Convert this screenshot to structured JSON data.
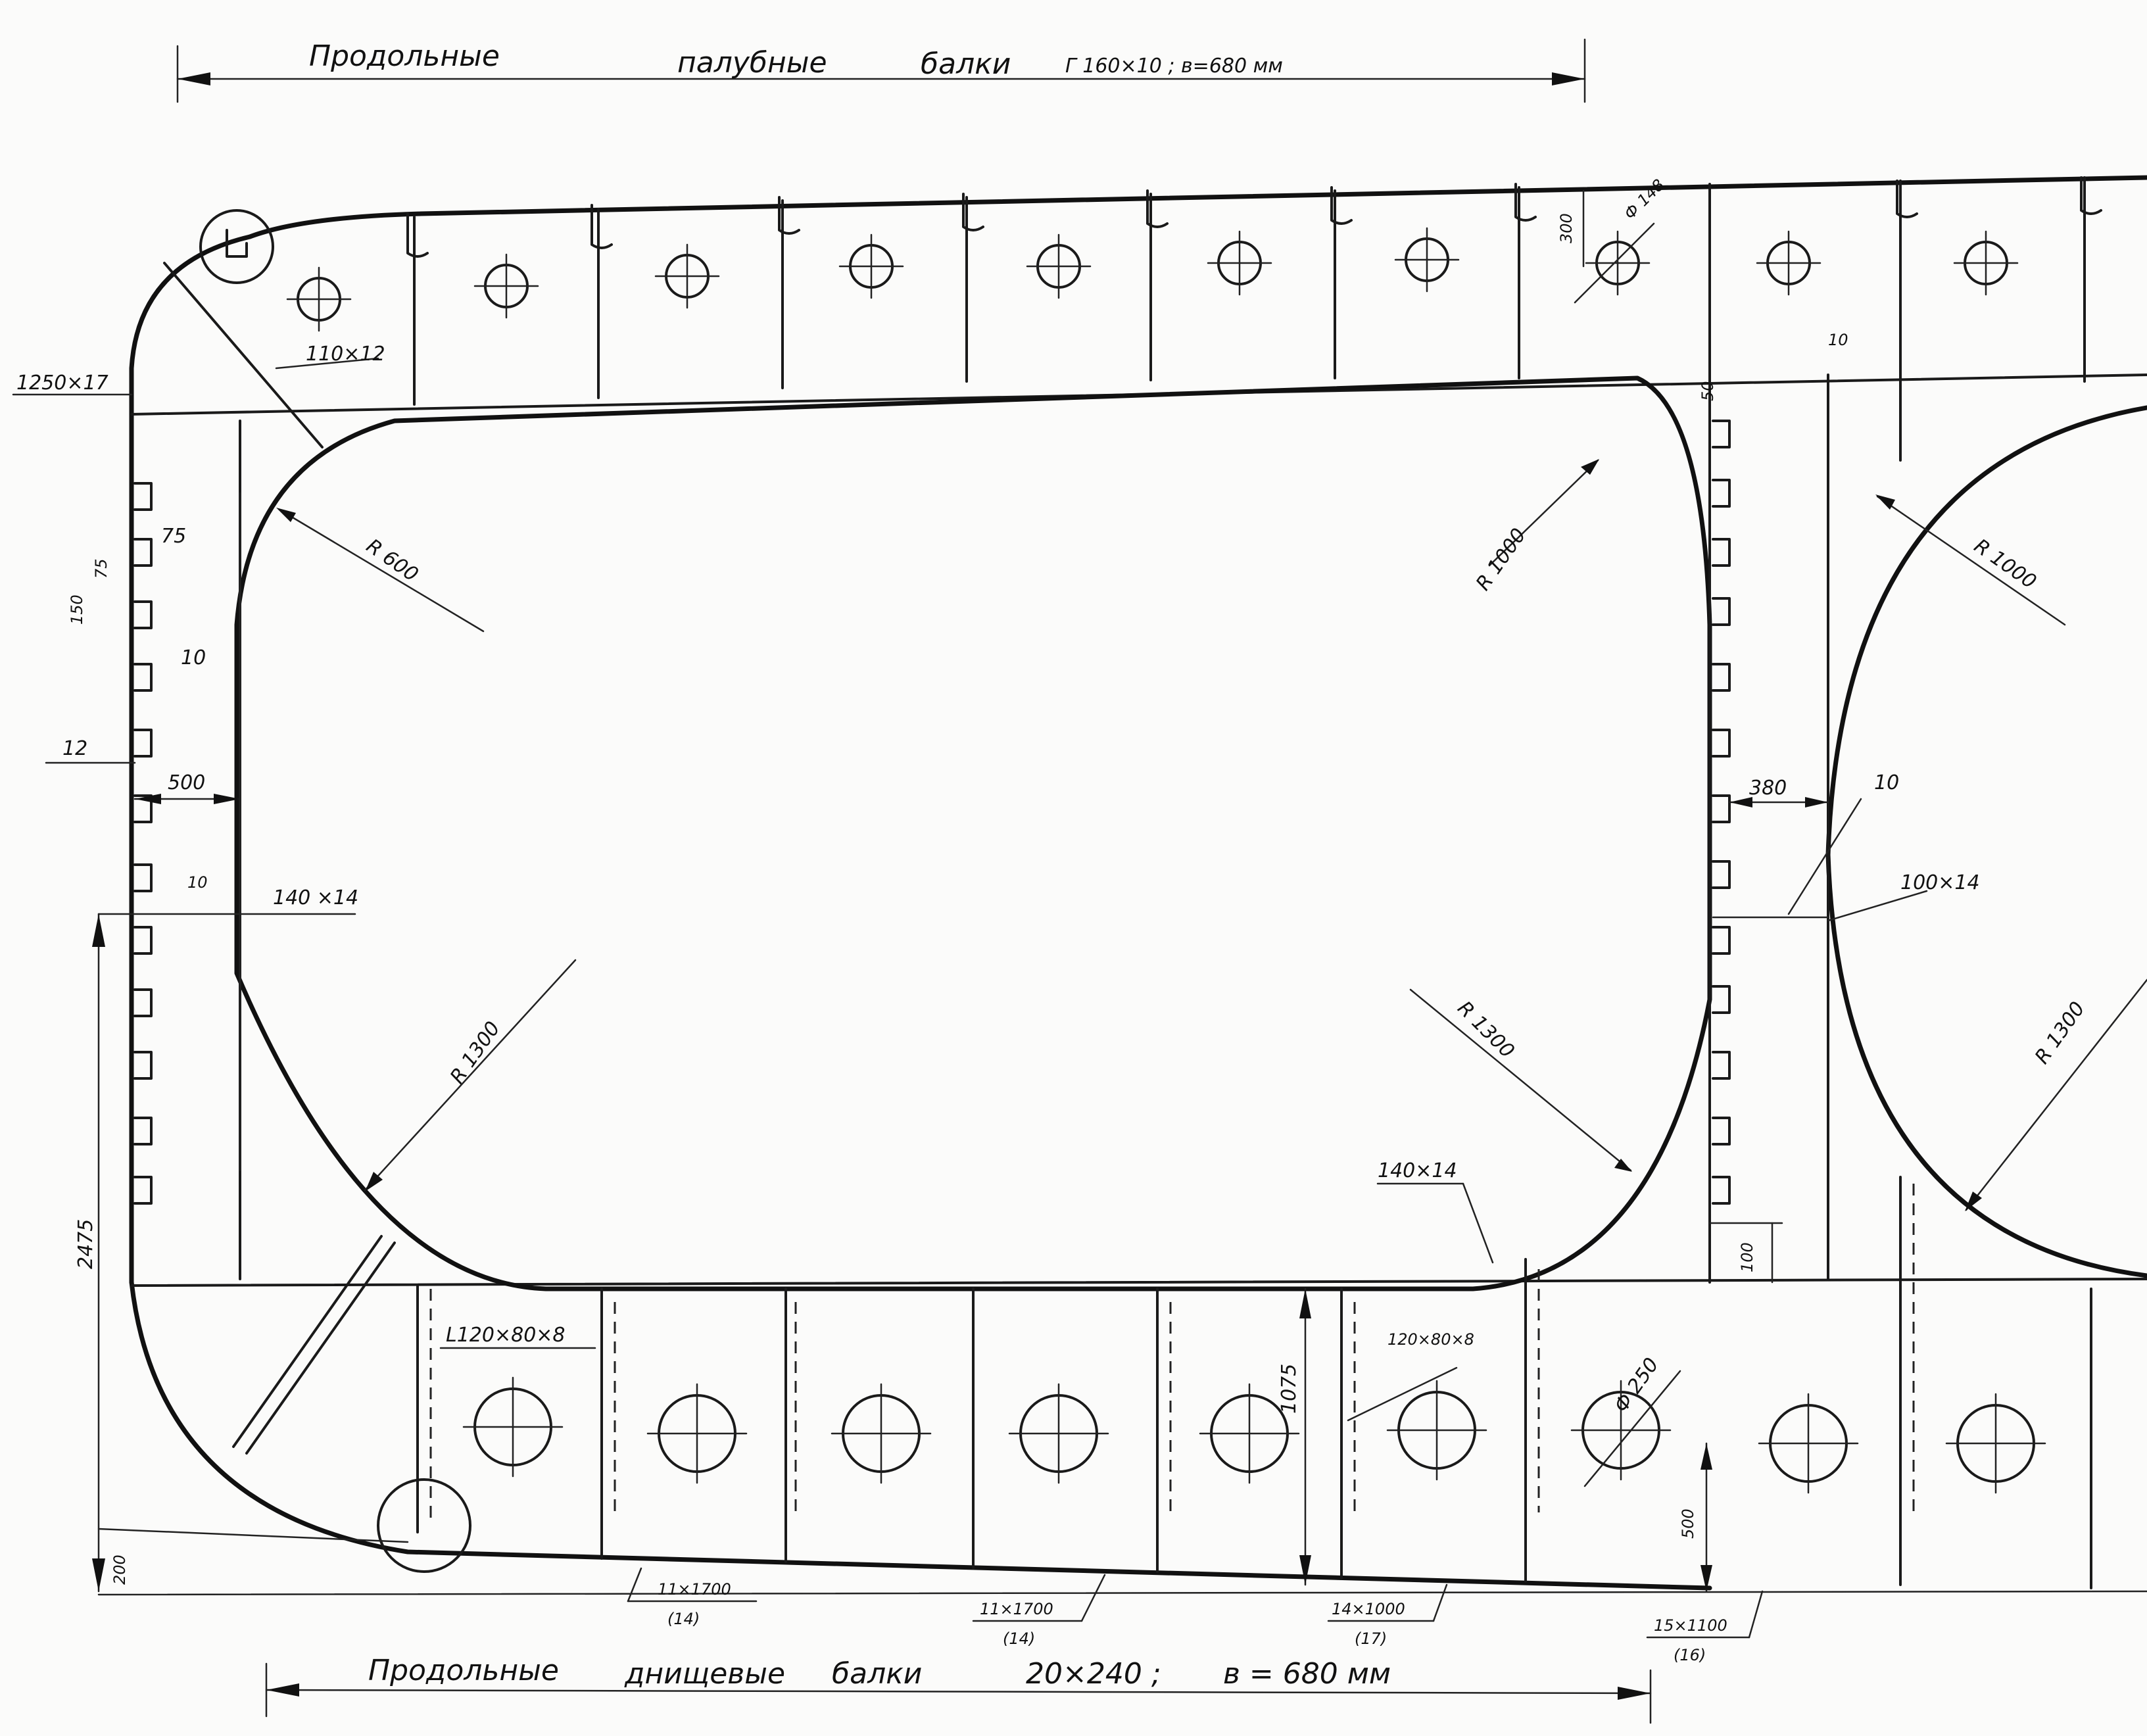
{
  "titles": {
    "top_a": "Продольные",
    "top_b": "палубные",
    "top_c": "балки",
    "top_d": "Г 160×10 ; в=680 мм",
    "bottom_a": "Продольные",
    "bottom_b": "днищевые",
    "bottom_c": "балки",
    "bottom_d": "20×240 ;",
    "bottom_e": "в = 680 мм"
  },
  "labels": {
    "side_plate": "1250×17",
    "bracket": "110×12",
    "dia_148": "Ф 148",
    "dim_300": "300",
    "dim_10_top": "10",
    "dim_50": "50",
    "r600": "R 600",
    "r1000_a": "R 1000",
    "r1000_b": "R 1000",
    "dim_75a": "75",
    "dim_75b": "75",
    "dim_150": "150",
    "dim_10_left": "10",
    "dim_12": "12",
    "dim_500": "500",
    "dim_380": "380",
    "dim_10_right": "10",
    "dim_100x14": "100×14",
    "dim_10_mid": "10",
    "dim_140x14_a": "140 ×14",
    "r1300_a": "R 1300",
    "r1300_b": "R 1300",
    "r1300_c": "R 1300",
    "dim_140x14_b": "140×14",
    "dim_2475": "2475",
    "dim_100": "100",
    "angle_l": "L120×80×8",
    "angle_2": "120×80×8",
    "dim_1075": "1075",
    "dia_250": "Ф 250",
    "dim_500b": "500",
    "dim_200": "200",
    "plate_1": "11×1700",
    "plate_1b": "(14)",
    "plate_2": "11×1700",
    "plate_2b": "(14)",
    "plate_3": "14×1000",
    "plate_3b": "(17)",
    "plate_4": "15×1100",
    "plate_4b": "(16)"
  }
}
